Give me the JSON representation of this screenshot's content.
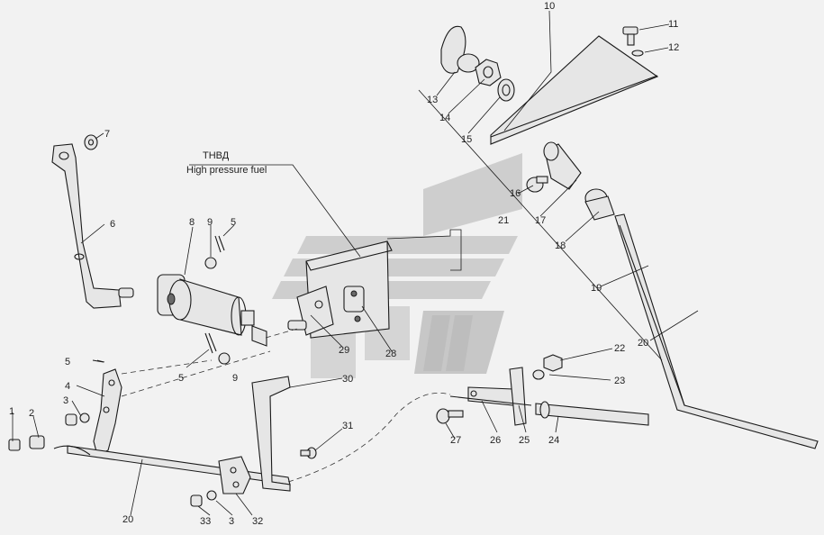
{
  "annotation": {
    "line1": "ТНВД",
    "line2": "High pressure fuel"
  },
  "callouts": {
    "c1": "1",
    "c2": "2",
    "c3a": "3",
    "c3b": "3",
    "c4": "4",
    "c5a": "5",
    "c5b": "5",
    "c5c": "5",
    "c6": "6",
    "c7": "7",
    "c8": "8",
    "c9a": "9",
    "c9b": "9",
    "c10": "10",
    "c11": "11",
    "c12": "12",
    "c13": "13",
    "c14": "14",
    "c15": "15",
    "c16": "16",
    "c17": "17",
    "c18": "18",
    "c19": "19",
    "c20a": "20",
    "c20b": "20",
    "c21": "21",
    "c22": "22",
    "c23": "23",
    "c24": "24",
    "c25": "25",
    "c26": "26",
    "c27": "27",
    "c28": "28",
    "c29": "29",
    "c30": "30",
    "c31": "31",
    "c32": "32",
    "c33": "33"
  },
  "colors": {
    "background": "#f2f2f2",
    "watermark": "#c8c8c8",
    "watermark_dark": "#b4b4b4",
    "line": "#1a1a1a"
  },
  "watermark_icon": "mtz-logo"
}
